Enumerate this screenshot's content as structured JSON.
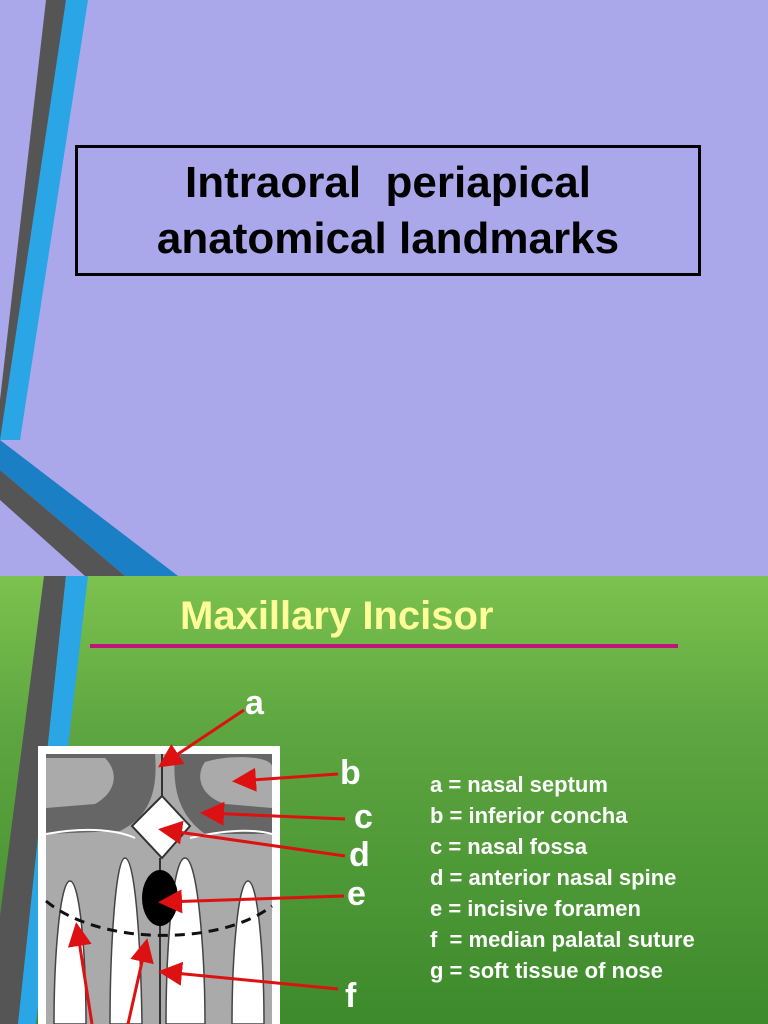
{
  "slide1": {
    "title_lines": [
      "Intraoral  periapical",
      "anatomical landmarks"
    ]
  },
  "slide2": {
    "heading": "Maxillary Incisor",
    "markers": [
      "a",
      "b",
      "c",
      "d",
      "e",
      "f"
    ],
    "legend": [
      "a = nasal septum",
      "b = inferior concha",
      "c = nasal fossa",
      "d = anterior nasal spine",
      "e = incisive foramen",
      "f  = median palatal suture",
      "g = soft tissue of nose"
    ]
  },
  "colors": {
    "slide1_bg": "#aaa8ea",
    "slide2_bg_top": "#7cc24f",
    "heading": "#ffff99",
    "rule": "#c0147a",
    "arrow": "#dd1111"
  }
}
